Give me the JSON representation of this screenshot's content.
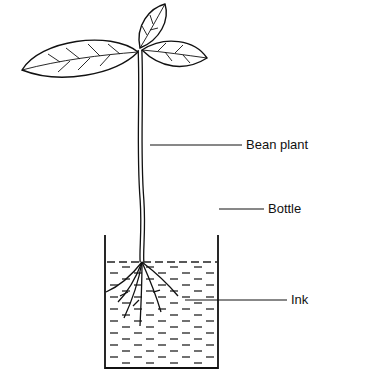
{
  "diagram": {
    "labels": [
      "Bean plant",
      "Bottle",
      "Ink"
    ]
  }
}
